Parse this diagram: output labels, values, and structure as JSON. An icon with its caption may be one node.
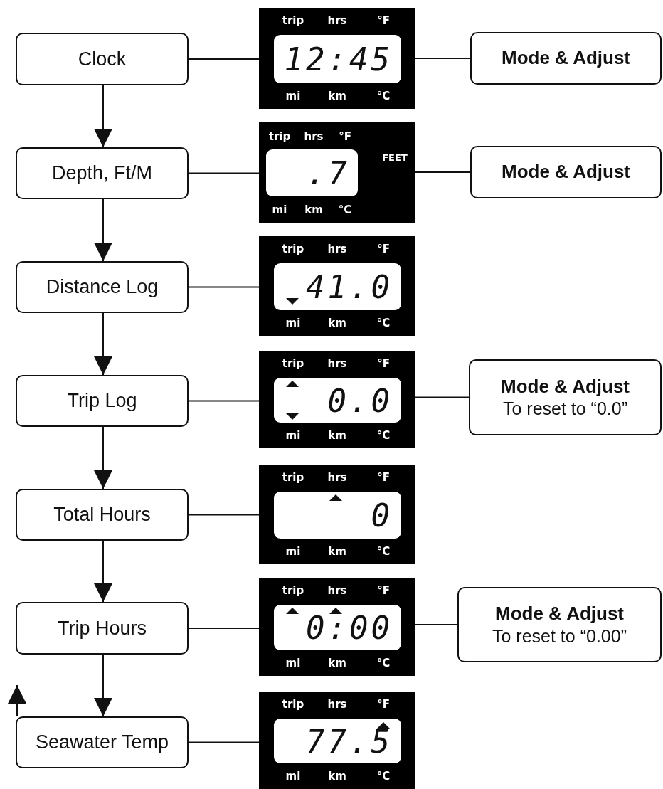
{
  "diagram": {
    "nodes": [
      {
        "text": [
          "Clock"
        ]
      },
      {
        "text": [
          "trip",
          "hrs",
          "°F",
          "12:45",
          "mi",
          "km",
          "°C"
        ]
      },
      {
        "text": [
          "Mode & Adjust"
        ]
      },
      {
        "text": [
          "Depth, Ft/M"
        ]
      },
      {
        "text": [
          "trip",
          "hrs",
          "°F",
          "FEET",
          ".7",
          "mi",
          "km",
          "°C"
        ]
      },
      {
        "text": [
          "Mode & Adjust"
        ]
      },
      {
        "text": [
          "Distance Log"
        ]
      },
      {
        "text": [
          "trip",
          "hrs",
          "°F",
          "41.0",
          "mi",
          "km",
          "°C"
        ]
      },
      {
        "text": [
          "Trip Log"
        ]
      },
      {
        "text": [
          "trip",
          "hrs",
          "°F",
          "0.0",
          "mi",
          "km",
          "°C"
        ]
      },
      {
        "text": [
          "Mode & Adjust",
          "To reset to “0.0”"
        ]
      },
      {
        "text": [
          "Total Hours"
        ]
      },
      {
        "text": [
          "trip",
          "hrs",
          "°F",
          "0",
          "mi",
          "km",
          "°C"
        ]
      },
      {
        "text": [
          "Trip Hours"
        ]
      },
      {
        "text": [
          "trip",
          "hrs",
          "°F",
          "0:00",
          "mi",
          "km",
          "°C"
        ]
      },
      {
        "text": [
          "Mode & Adjust",
          "To reset to “0.00”"
        ]
      },
      {
        "text": [
          "Seawater Temp"
        ]
      },
      {
        "text": [
          "trip",
          "hrs",
          "°F",
          "77.5",
          "mi",
          "km",
          "°C"
        ]
      }
    ],
    "edges": [
      {
        "from": 0,
        "to": 3,
        "arrow": "to"
      },
      {
        "from": 3,
        "to": 6,
        "arrow": "to"
      },
      {
        "from": 6,
        "to": 8,
        "arrow": "to"
      },
      {
        "from": 8,
        "to": 11,
        "arrow": "to"
      },
      {
        "from": 11,
        "to": 13,
        "arrow": "to"
      },
      {
        "from": 13,
        "to": 16,
        "arrow": "to"
      },
      {
        "from": 0,
        "to": 1,
        "arrow": "none"
      },
      {
        "from": 1,
        "to": 2,
        "arrow": "none"
      },
      {
        "from": 3,
        "to": 4,
        "arrow": "none"
      },
      {
        "from": 4,
        "to": 5,
        "arrow": "none"
      },
      {
        "from": 6,
        "to": 7,
        "arrow": "none"
      },
      {
        "from": 8,
        "to": 9,
        "arrow": "none"
      },
      {
        "from": 9,
        "to": 10,
        "arrow": "none"
      },
      {
        "from": 11,
        "to": 12,
        "arrow": "none"
      },
      {
        "from": 13,
        "to": 14,
        "arrow": "none"
      },
      {
        "from": 14,
        "to": 15,
        "arrow": "none"
      },
      {
        "from": 16,
        "to": 17,
        "arrow": "none"
      },
      {
        "from": 16,
        "to": null,
        "arrow": "to"
      }
    ]
  }
}
